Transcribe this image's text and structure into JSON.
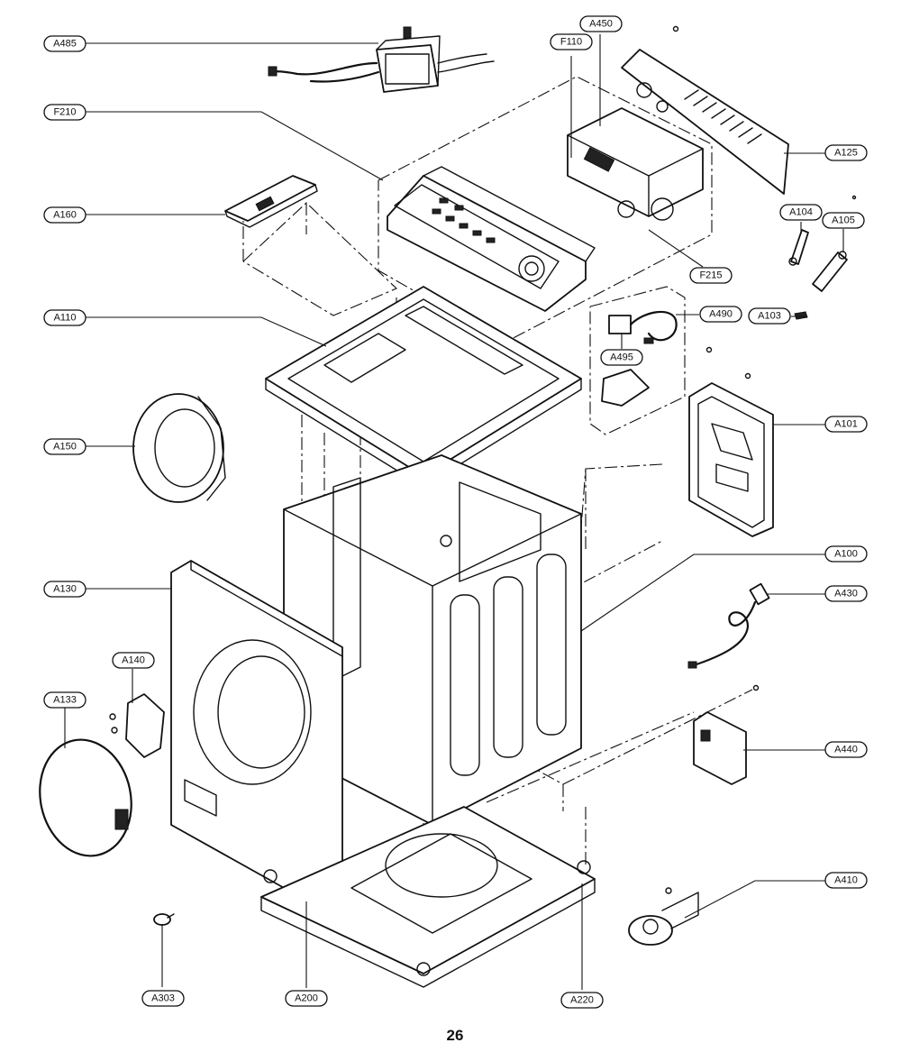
{
  "labels": {
    "A485": "A485",
    "F210": "F210",
    "A160": "A160",
    "A110": "A110",
    "A150": "A150",
    "A130": "A130",
    "A140": "A140",
    "A133": "A133",
    "A303": "A303",
    "A200": "A200",
    "A220": "A220",
    "A410": "A410",
    "A440": "A440",
    "A430": "A430",
    "A100": "A100",
    "A101": "A101",
    "A103": "A103",
    "A490": "A490",
    "A495": "A495",
    "A104": "A104",
    "A105": "A105",
    "A125": "A125",
    "F215": "F215",
    "F110": "F110",
    "A450": "A450"
  },
  "page_number": "26"
}
